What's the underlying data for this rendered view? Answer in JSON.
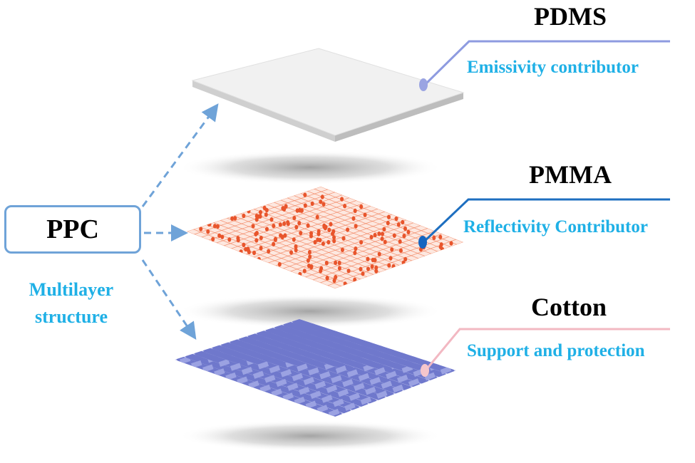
{
  "root": {
    "label": "PPC",
    "caption_line1": "Multilayer",
    "caption_line2": "structure"
  },
  "layers": [
    {
      "name": "PDMS",
      "role": "Emissivity contributor",
      "line_color": "#8e9be0"
    },
    {
      "name": "PMMA",
      "role": "Reflectivity Contributor",
      "line_color": "#1e6fc0"
    },
    {
      "name": "Cotton",
      "role": "Support and protection",
      "line_color": "#f2b8c2"
    }
  ],
  "colors": {
    "arrow": "#6fa3d8",
    "subtitle": "#1fb0e6",
    "pmma": "#f07850",
    "cotton": "#7d86d6"
  }
}
